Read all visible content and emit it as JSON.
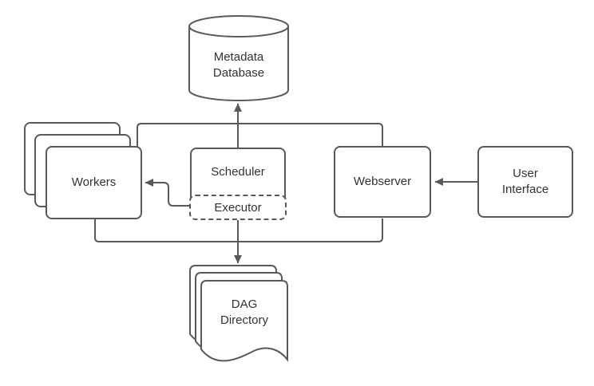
{
  "diagram": {
    "type": "architecture-flowchart",
    "nodes": {
      "metadata_database": {
        "shape": "cylinder",
        "lines": [
          "Metadata",
          "Database"
        ]
      },
      "workers": {
        "shape": "stacked-rounded-rect",
        "stack_count": 3,
        "label": "Workers"
      },
      "scheduler": {
        "shape": "rounded-rect",
        "label": "Scheduler"
      },
      "executor": {
        "shape": "dashed-rounded-rect",
        "label": "Executor"
      },
      "webserver": {
        "shape": "rounded-rect",
        "label": "Webserver"
      },
      "user_interface": {
        "shape": "rounded-rect",
        "lines": [
          "User",
          "Interface"
        ]
      },
      "dag_directory": {
        "shape": "stacked-document",
        "stack_count": 3,
        "lines": [
          "DAG",
          "Directory"
        ]
      }
    },
    "edges": [
      {
        "id": "scheduler-to-metadata-database",
        "from": "scheduler",
        "to": "metadata_database",
        "arrow": true
      },
      {
        "id": "scheduler-to-dag-directory",
        "from": "scheduler",
        "to": "dag_directory",
        "arrow": true
      },
      {
        "id": "executor-to-workers",
        "from": "executor",
        "to": "workers",
        "arrow": true
      },
      {
        "id": "user-interface-to-webserver",
        "from": "user_interface",
        "to": "webserver",
        "arrow": true
      },
      {
        "id": "trunk-top-workers-webserver",
        "from": "workers",
        "to": "webserver",
        "arrow": false
      },
      {
        "id": "trunk-bottom-workers-webserver",
        "from": "workers",
        "to": "webserver",
        "arrow": false
      }
    ],
    "colors": {
      "stroke": "#595959",
      "text": "#333333",
      "bg": "#ffffff"
    }
  }
}
